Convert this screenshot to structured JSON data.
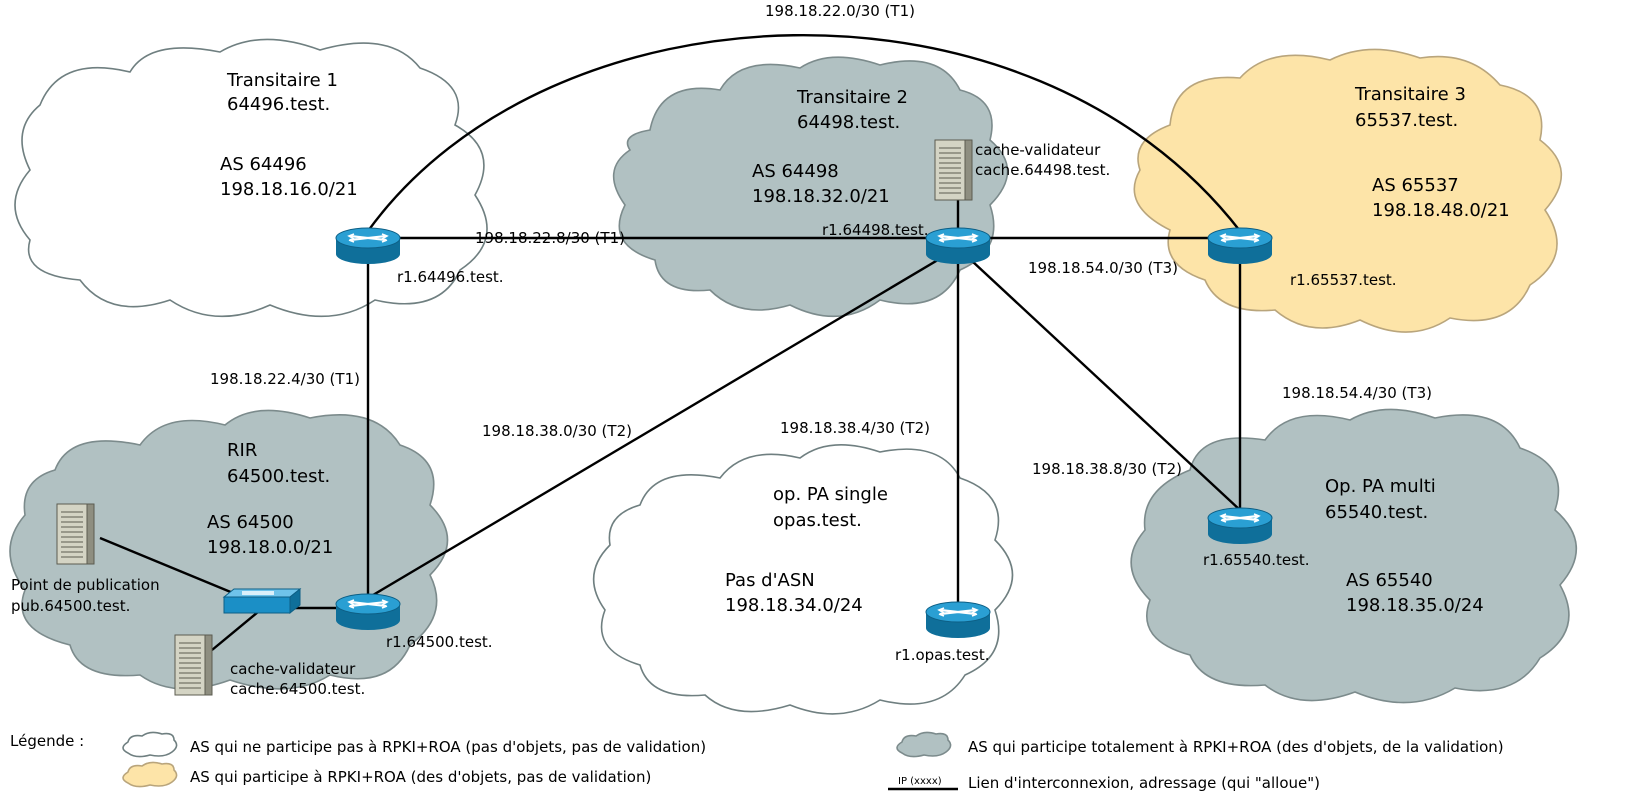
{
  "clouds": {
    "transitaire1": {
      "name": "Transitaire 1",
      "domain": "64496.test.",
      "as": "AS 64496",
      "prefix": "198.18.16.0/21"
    },
    "transitaire2": {
      "name": "Transitaire 2",
      "domain": "64498.test.",
      "as": "AS 64498",
      "prefix": "198.18.32.0/21"
    },
    "transitaire3": {
      "name": "Transitaire 3",
      "domain": "65537.test.",
      "as": "AS 65537",
      "prefix": "198.18.48.0/21"
    },
    "rir": {
      "name": "RIR",
      "domain": "64500.test.",
      "as": "AS 64500",
      "prefix": "198.18.0.0/21"
    },
    "opas": {
      "name": "op. PA single",
      "domain": "opas.test.",
      "as": "Pas d'ASN",
      "prefix": "198.18.34.0/24"
    },
    "opam": {
      "name": "Op. PA multi",
      "domain": "65540.test.",
      "as": "AS 65540",
      "prefix": "198.18.35.0/24"
    }
  },
  "routers": {
    "r64496": "r1.64496.test.",
    "r64498": "r1.64498.test.",
    "r65537": "r1.65537.test.",
    "r64500": "r1.64500.test.",
    "ropas": "r1.opas.test.",
    "r65540": "r1.65540.test."
  },
  "servers": {
    "cache64498": {
      "label": "cache-validateur",
      "host": "cache.64498.test."
    },
    "pub64500": {
      "label": "Point de publication",
      "host": "pub.64500.test."
    },
    "cache64500": {
      "label": "cache-validateur",
      "host": "cache.64500.test."
    }
  },
  "links": {
    "top_arc": "198.18.22.0/30 (T1)",
    "t1_t2": "198.18.22.8/30 (T1)",
    "t2_t3": "198.18.54.0/30 (T3)",
    "t1_rir": "198.18.22.4/30 (T1)",
    "t2_rir": "198.18.38.0/30 (T2)",
    "t2_opas": "198.18.38.4/30 (T2)",
    "t2_opam": "198.18.38.8/30 (T2)",
    "t3_opam": "198.18.54.4/30 (T3)"
  },
  "legend": {
    "title": "Légende :",
    "white": "AS qui ne participe pas à RPKI+ROA (pas d'objets, pas de validation)",
    "yellow": "AS qui participe à RPKI+ROA (des d'objets, pas de validation)",
    "gray": "AS qui participe totalement à RPKI+ROA (des d'objets, de la validation)",
    "link_sample": "IP (xxxx)",
    "link": "Lien d'interconnexion, adressage (qui \"alloue\")"
  },
  "colors": {
    "cloud_white": "#ffffff",
    "cloud_gray": "#b1c1c2",
    "cloud_yellow": "#fde4a8",
    "router_blue": "#1b8fc6"
  }
}
